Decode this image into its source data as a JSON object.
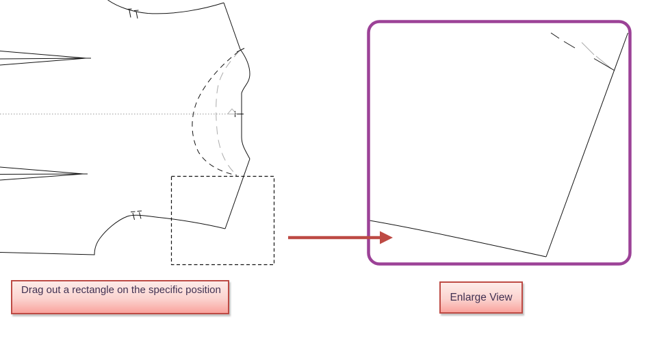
{
  "figure": {
    "instruction_callout": "Drag out a rectangle on the specific position",
    "enlarge_callout": "Enlarge View"
  },
  "icons": {
    "arrow": "right-arrow",
    "selection": "dashed-selection-rectangle",
    "marker": "seam-triangle-marker"
  },
  "colors": {
    "accent-red": "#bd4a44",
    "panel-purple": "#9c4297",
    "callout-text": "#403152",
    "callout-top": "#fdece9",
    "callout-mid": "#fbd3cf",
    "callout-bottom": "#f9a39d",
    "drawing-black": "#111111",
    "drawing-gray": "#ababab",
    "dotted-gray": "#999999",
    "canvas-bg": "#ffffff"
  }
}
